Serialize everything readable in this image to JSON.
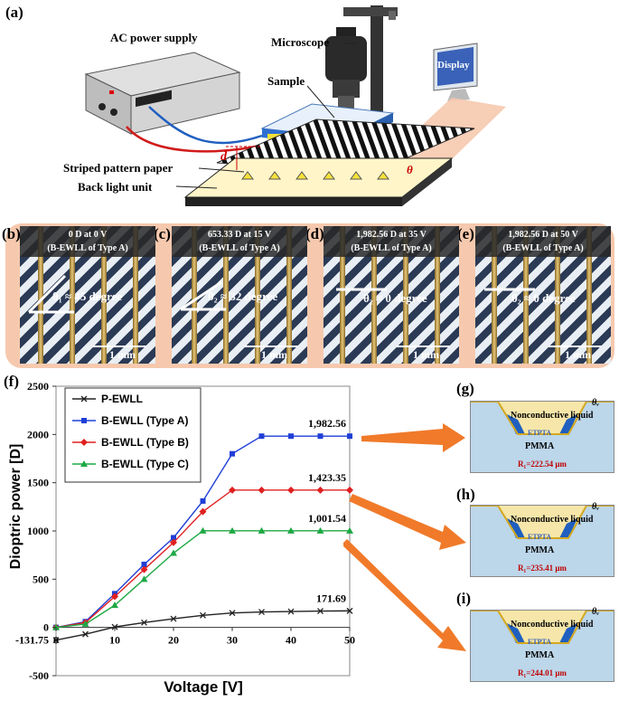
{
  "panels": {
    "a": "(a)",
    "b": "(b)",
    "c": "(c)",
    "d": "(d)",
    "e": "(e)",
    "f": "(f)",
    "g": "(g)",
    "h": "(h)",
    "i": "(i)"
  },
  "setup": {
    "ac_power": "AC power supply",
    "microscope": "Microscope",
    "display": "Display",
    "sample": "Sample",
    "d_label": "d",
    "theta_label": "θ",
    "striped": "Striped pattern paper",
    "backlight": "Back light unit"
  },
  "photos": [
    {
      "cap1": "0 D at 0 V",
      "cap2": "(B-EWLL of Type A)",
      "angle": "θ₁ ≈ 45 degree",
      "scale": "1 mm"
    },
    {
      "cap1": "653.33 D at 15 V",
      "cap2": "(B-EWLL of Type A)",
      "angle": "θ₂ ≈ 32 degree",
      "scale": "1 mm"
    },
    {
      "cap1": "1,982.56 D at 35 V",
      "cap2": "(B-EWLL of Type A)",
      "angle": "θ₂ ≈ 0 degree",
      "scale": "1 mm"
    },
    {
      "cap1": "1,982.56 D at 50 V",
      "cap2": "(B-EWLL of Type A)",
      "angle": "θ₂ ≈ 0 degree",
      "scale": "1 mm"
    }
  ],
  "cross_sections": [
    {
      "liquid": "Nonconductive liquid",
      "etpta": "ETPTA",
      "pmma": "PMMA",
      "r": "R₁=222.54 μm",
      "theta": "θᵥ"
    },
    {
      "liquid": "Nonconductive liquid",
      "etpta": "ETPTA",
      "pmma": "PMMA",
      "r": "R₁=235.41 μm",
      "theta": "θᵥ"
    },
    {
      "liquid": "Nonconductive liquid",
      "etpta": "ETPTA",
      "pmma": "PMMA",
      "r": "R₁=244.01 μm",
      "theta": "θᵥ"
    }
  ],
  "chart_data": {
    "type": "line",
    "xlabel": "Voltage [V]",
    "ylabel": "Dioptric power [D]",
    "xlim": [
      0,
      50
    ],
    "ylim": [
      -500,
      2500
    ],
    "xticks": [
      "0",
      "10",
      "20",
      "30",
      "40",
      "50"
    ],
    "yticks": [
      "-500",
      "0",
      "500",
      "1000",
      "1500",
      "2000",
      "2500"
    ],
    "extra_ytick": "-131.75",
    "legend_position": "top-left",
    "x": [
      0,
      5,
      10,
      15,
      20,
      25,
      30,
      35,
      40,
      45,
      50
    ],
    "series": [
      {
        "name": "P-EWLL",
        "color": "#222222",
        "marker": "x",
        "values": [
          -131.75,
          -70,
          5,
          50,
          90,
          125,
          150,
          160,
          165,
          170,
          171.69
        ],
        "end_label": "171.69"
      },
      {
        "name": "B-EWLL (Type A)",
        "color": "#1f3fd6",
        "marker": "square",
        "values": [
          0,
          60,
          350,
          653.33,
          930,
          1310,
          1800,
          1982.56,
          1982.56,
          1982.56,
          1982.56
        ],
        "end_label": "1,982.56"
      },
      {
        "name": "B-EWLL (Type B)",
        "color": "#e02020",
        "marker": "diamond",
        "values": [
          0,
          50,
          320,
          600,
          880,
          1200,
          1423.35,
          1423.35,
          1423.35,
          1423.35,
          1423.35
        ],
        "end_label": "1,423.35"
      },
      {
        "name": "B-EWLL (Type C)",
        "color": "#1fa845",
        "marker": "triangle",
        "values": [
          0,
          35,
          230,
          500,
          770,
          1001.54,
          1001.54,
          1001.54,
          1001.54,
          1001.54,
          1001.54
        ],
        "end_label": "1,001.54"
      }
    ]
  }
}
